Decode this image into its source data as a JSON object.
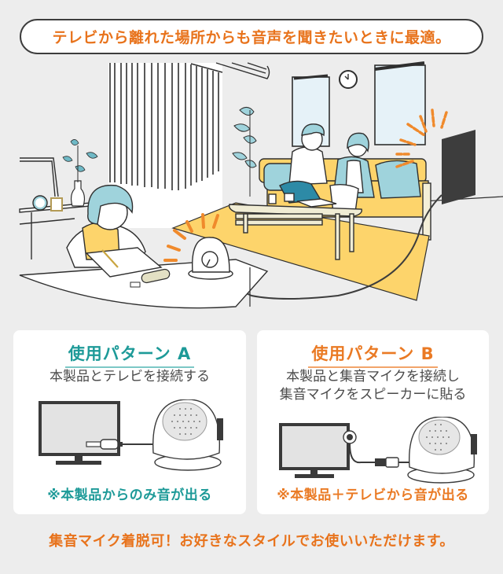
{
  "headline": "テレビから離れた場所からも音声を聞きたいときに最適。",
  "scene": {
    "description": "Living room illustration: girl studying at desk with speaker, couple on sofa watching TV",
    "icons": [
      "curtain",
      "plant",
      "clock",
      "window",
      "sofa",
      "coffee-table",
      "rug",
      "tv",
      "speaker",
      "sound-waves",
      "cable"
    ]
  },
  "patterns": [
    {
      "id": "A",
      "title": "使用パターン A",
      "description_lines": [
        "本製品とテレビを接続する"
      ],
      "note": "※本製品からのみ音が出る",
      "accent": "#1d9a98"
    },
    {
      "id": "B",
      "title": "使用パターン B",
      "description_lines": [
        "本製品と集音マイクを接続し",
        "集音マイクをスピーカーに貼る"
      ],
      "note": "※本製品＋テレビから音が出る",
      "accent": "#ea7a24"
    }
  ],
  "footer": "集音マイク着脱可！お好きなスタイルでお使いいただけます。",
  "colors": {
    "background": "#ededed",
    "orange": "#e8731c",
    "teal": "#1d9a98",
    "yellow": "#fdd46b",
    "light_blue": "#9fd3dc",
    "dark": "#3d3d3d"
  }
}
